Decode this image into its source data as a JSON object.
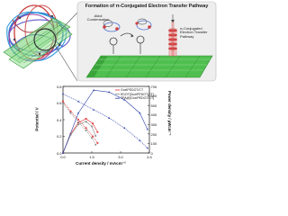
{
  "panel": {
    "title": "Formation of π-Conjugated Electron Transfer Pathway",
    "aldol_label": "Aldol Condensation",
    "pathway_label": "π-Conjugated Electron Transfer Pathway"
  },
  "chart_data": {
    "type": "line",
    "xlabel": "Current density / mAcm⁻²",
    "ylabel_left": "Potential / V",
    "ylabel_right": "Power density / μWcm⁻²",
    "xlim": [
      0,
      4.5
    ],
    "ylim_left": [
      0,
      0.8
    ],
    "ylim_right": [
      0,
      700
    ],
    "x_ticks": [
      "0.0",
      "1.5",
      "3.0",
      "4.5"
    ],
    "y_left_ticks": [
      "0.0",
      "0.2",
      "0.4",
      "0.6",
      "0.8"
    ],
    "y_right_ticks": [
      "0",
      "100",
      "200",
      "300",
      "400",
      "500",
      "600",
      "700"
    ],
    "legend": {
      "position": "top-right"
    },
    "series": [
      {
        "name": "GoxIPEDOT/CT",
        "color": "#e03030",
        "potential": [
          [
            0,
            0.62
          ],
          [
            0.4,
            0.5
          ],
          [
            0.8,
            0.4
          ],
          [
            1.2,
            0.3
          ],
          [
            1.55,
            0.2
          ],
          [
            1.8,
            0.12
          ]
        ],
        "power": [
          [
            0,
            0
          ],
          [
            0.4,
            200
          ],
          [
            0.8,
            320
          ],
          [
            1.2,
            360
          ],
          [
            1.55,
            310
          ],
          [
            1.8,
            220
          ]
        ]
      },
      {
        "name": "EDOT[GoxIPEDOT/CT]",
        "color": "#888888",
        "potential": [
          [
            0,
            0.6
          ],
          [
            0.4,
            0.48
          ],
          [
            0.8,
            0.37
          ],
          [
            1.2,
            0.27
          ],
          [
            1.5,
            0.18
          ],
          [
            1.7,
            0.1
          ]
        ],
        "power": [
          [
            0,
            0
          ],
          [
            0.4,
            190
          ],
          [
            0.8,
            300
          ],
          [
            1.2,
            330
          ],
          [
            1.5,
            280
          ],
          [
            1.7,
            180
          ]
        ]
      },
      {
        "name": "TPA@[GoxIPEDOT/CT]",
        "color": "#2b3fa8",
        "potential": [
          [
            0,
            0.71
          ],
          [
            0.8,
            0.62
          ],
          [
            1.6,
            0.52
          ],
          [
            2.4,
            0.42
          ],
          [
            3.2,
            0.3
          ],
          [
            4.0,
            0.15
          ],
          [
            4.4,
            0.06
          ]
        ],
        "power": [
          [
            0,
            0
          ],
          [
            0.8,
            420
          ],
          [
            1.6,
            660
          ],
          [
            2.4,
            640
          ],
          [
            3.2,
            560
          ],
          [
            4.0,
            420
          ],
          [
            4.4,
            250
          ]
        ]
      }
    ]
  }
}
